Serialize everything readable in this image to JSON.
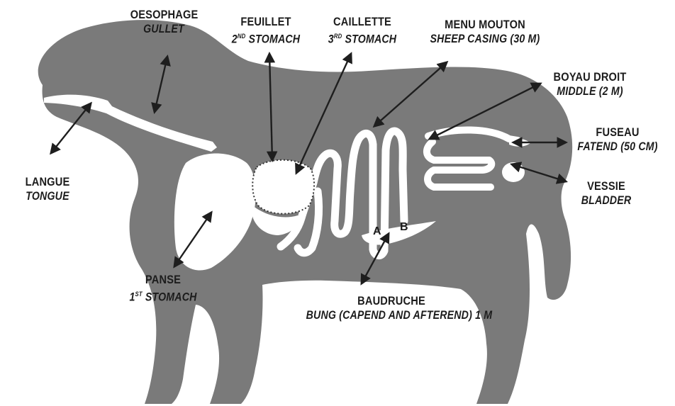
{
  "labels": {
    "oesophage": {
      "fr": "OESOPHAGE",
      "en": "GULLET"
    },
    "feuillet": {
      "fr": "FEUILLET",
      "en_num": "2",
      "en_sup": "ND",
      "en_rest": " STOMACH"
    },
    "caillette": {
      "fr": "CAILLETTE",
      "en_num": "3",
      "en_sup": "RD",
      "en_rest": " STOMACH"
    },
    "menu_mouton": {
      "fr": "MENU MOUTON",
      "en": "SHEEP CASING (30 M)"
    },
    "boyau_droit": {
      "fr": "BOYAU DROIT",
      "en": "MIDDLE (2 M)"
    },
    "fuseau": {
      "fr": "FUSEAU",
      "en": "FATEND (50 CM)"
    },
    "vessie": {
      "fr": "VESSIE",
      "en": "BLADDER"
    },
    "langue": {
      "fr": "LANGUE",
      "en": "TONGUE"
    },
    "panse": {
      "fr": "PANSE",
      "en_num": "1",
      "en_sup": "ST",
      "en_rest": " STOMACH"
    },
    "baudruche": {
      "fr": "BAUDRUCHE",
      "en": "BUNG (CAPEND AND AFTEREND) 1 M"
    }
  },
  "markers": {
    "a": "A",
    "b": "B"
  },
  "colors": {
    "body": "#7a7a7a",
    "organs": "#ffffff",
    "arrows": "#1e1e1e",
    "text": "#1c1c1c"
  }
}
